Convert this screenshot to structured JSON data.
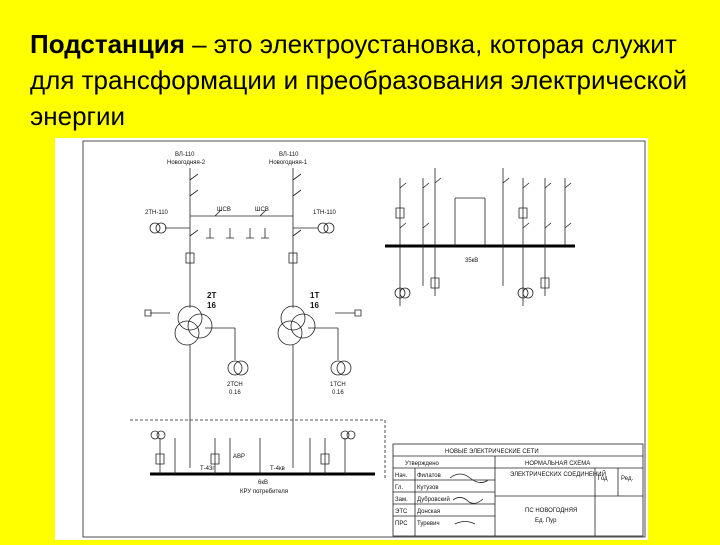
{
  "title": {
    "term": "Подстанция",
    "rest": " – это электроустановка, которая служит для трансформации и преобразования электрической энергии"
  },
  "diagram": {
    "labels": {
      "vl1": "ВЛ-110",
      "vl1_name": "Новогодняя-2",
      "vl2": "ВЛ-110",
      "vl2_name": "Новогодняя-1",
      "tn_left": "2ТН-110",
      "tn_right": "1ТН-110",
      "t2": "2Т",
      "t2_val": "16",
      "t1": "1Т",
      "t1_val": "16",
      "tsn2": "2ТСН",
      "tsn2_val": "0.16",
      "tsn1": "1ТСН",
      "tsn1_val": "0.16",
      "bus_right": "35кВ",
      "bus_bottom": "6кВ",
      "kru": "КРУ потребителя",
      "avr": "АВР",
      "t43": "Т-43г",
      "t4": "Т-4кв"
    },
    "stamp": {
      "org": "НОВЫЕ ЭЛЕКТРИЧЕСКИЕ СЕТИ",
      "approved": "Утверждено",
      "doc_title_1": "НОРМАЛЬНАЯ СХЕМА",
      "doc_title_2": "ЭЛЕКТРИЧЕСКИХ СОЕДИНЕНИЙ",
      "row1": "Нач.",
      "row1_name": "Филатов",
      "row2": "Гл.",
      "row2_name": "Кутузов",
      "row3": "Зам.",
      "row3_name": "Дубровский",
      "row4": "ЭТС",
      "row4_name": "Донская",
      "row5": "ПРС",
      "row5_name": "Туревич",
      "code": "ПС НОВОГОДНЯЯ",
      "sheet": "Ед. Пур",
      "col1": "Год",
      "col2": "Ред."
    }
  }
}
